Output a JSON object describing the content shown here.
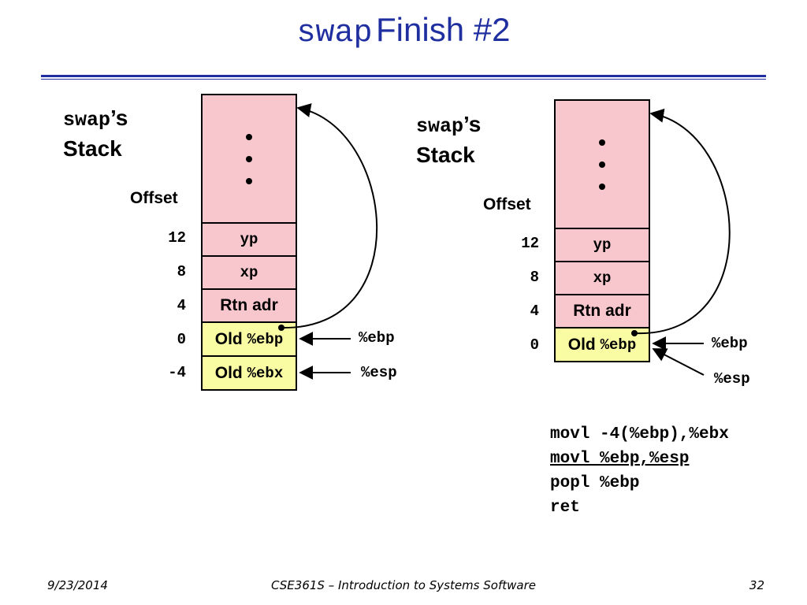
{
  "title": {
    "code": "swap",
    "word": "Finish #2"
  },
  "left": {
    "label_code": "swap",
    "label_suffix": "’s",
    "label_line2": "Stack",
    "offset_heading": "Offset",
    "cells": [
      {
        "offset": "12",
        "text": "yp",
        "mono": true
      },
      {
        "offset": "8",
        "text": "xp",
        "mono": true
      },
      {
        "offset": "4",
        "text": "Rtn adr",
        "mono": false
      },
      {
        "offset": "0",
        "prefix": "Old ",
        "code": "%ebp"
      },
      {
        "offset": "-4",
        "prefix": "Old ",
        "code": "%ebx"
      }
    ],
    "regs": {
      "ebp": "%ebp",
      "esp": "%esp"
    }
  },
  "right": {
    "label_code": "swap",
    "label_suffix": "’s",
    "label_line2": "Stack",
    "offset_heading": "Offset",
    "cells": [
      {
        "offset": "12",
        "text": "yp",
        "mono": true
      },
      {
        "offset": "8",
        "text": "xp",
        "mono": true
      },
      {
        "offset": "4",
        "text": "Rtn adr",
        "mono": false
      },
      {
        "offset": "0",
        "prefix": "Old ",
        "code": "%ebp"
      }
    ],
    "regs": {
      "ebp": "%ebp",
      "esp": "%esp"
    }
  },
  "code_lines": [
    "movl -4(%ebp),%ebx",
    "movl %ebp,%esp",
    "popl %ebp",
    "ret"
  ],
  "footer": {
    "date": "9/23/2014",
    "course": "CSE361S – Introduction to Systems Software",
    "page": "32"
  },
  "colors": {
    "title": "#1f2fa0",
    "cell_pink": "#f7c7cd",
    "cell_yellow": "#fafca4"
  }
}
